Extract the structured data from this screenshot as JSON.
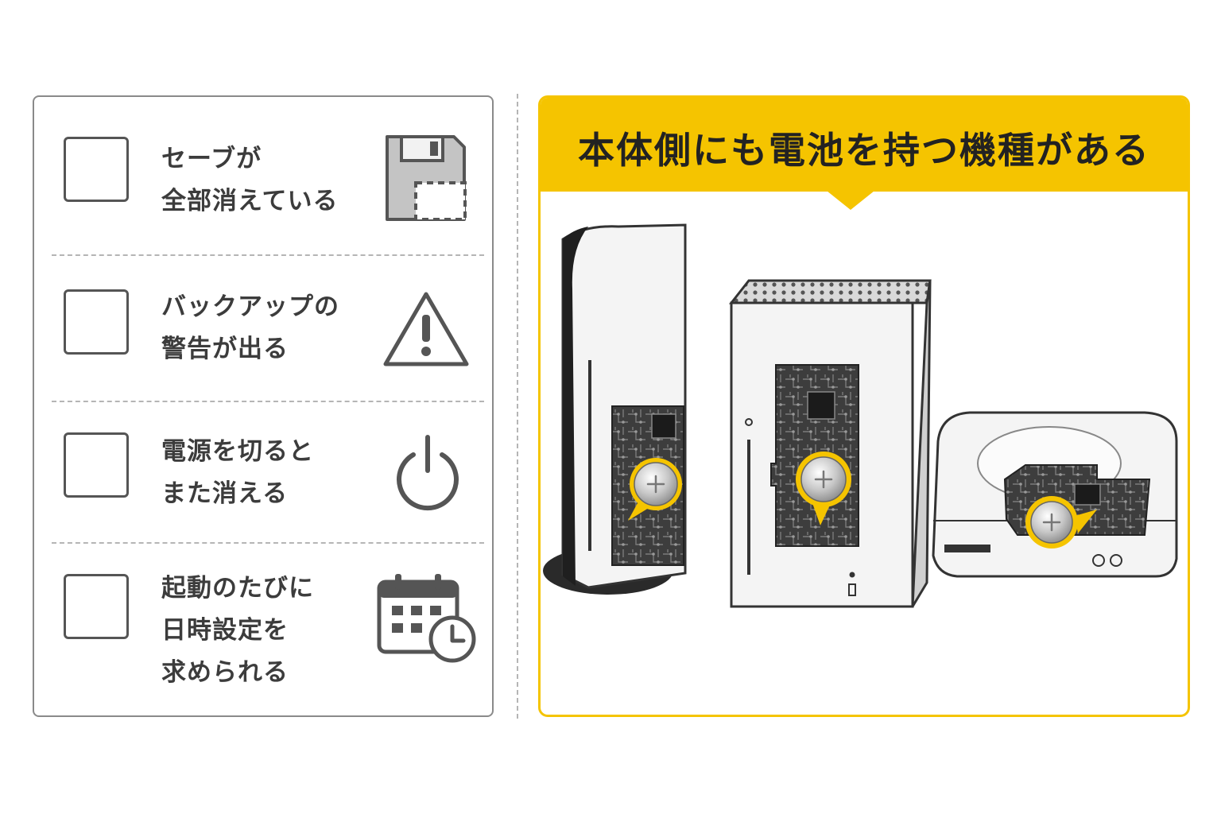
{
  "checklist": {
    "items": [
      {
        "lines": [
          "セーブが",
          "全部消えている"
        ],
        "icon": "floppy-disk-icon",
        "checked": false
      },
      {
        "lines": [
          "バックアップの",
          "警告が出る"
        ],
        "icon": "warning-icon",
        "checked": false
      },
      {
        "lines": [
          "電源を切ると",
          "また消える"
        ],
        "icon": "power-icon",
        "checked": false
      },
      {
        "lines": [
          "起動のたびに",
          "日時設定を",
          "求められる"
        ],
        "icon": "calendar-clock-icon",
        "checked": false
      }
    ]
  },
  "consoles_panel": {
    "title": "本体側にも電池を持つ機種がある",
    "accent_color": "#f5c400",
    "illustrations": [
      "tower-console",
      "box-console",
      "flat-console"
    ],
    "battery_icon": "coin-battery-icon"
  }
}
